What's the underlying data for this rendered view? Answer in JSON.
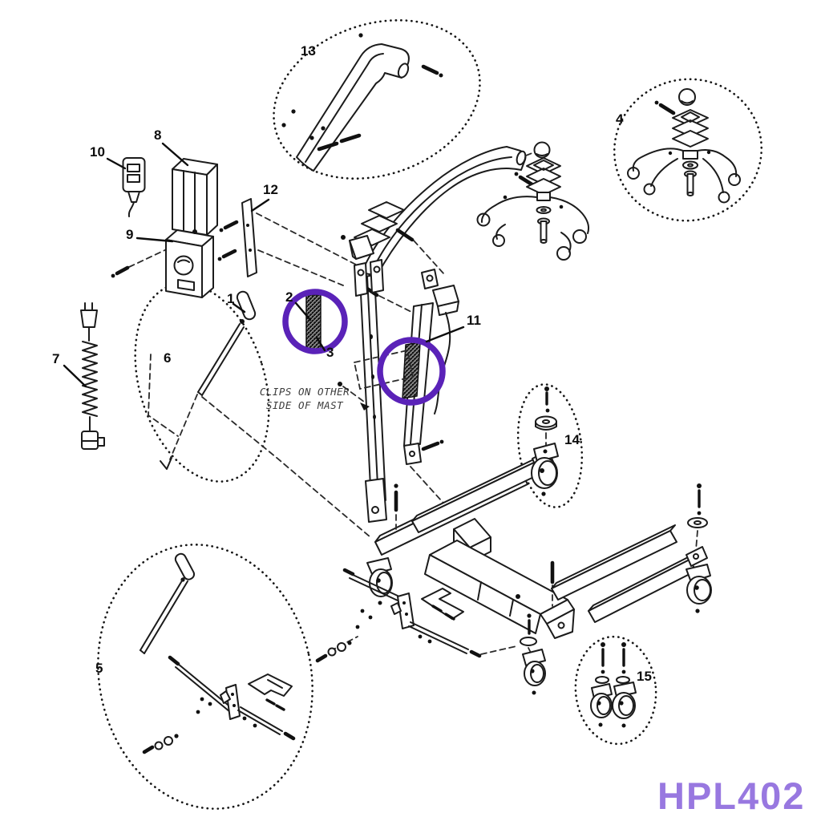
{
  "diagram": {
    "product_code": "HPL402",
    "note_line1": "CLIPS ON OTHER",
    "note_line2": "SIDE OF MAST",
    "part_labels": {
      "p1": "1",
      "p2": "2",
      "p3": "3",
      "p4": "4",
      "p5": "5",
      "p6": "6",
      "p7": "7",
      "p8": "8",
      "p9": "9",
      "p10": "10",
      "p11": "11",
      "p12": "12",
      "p13": "13",
      "p14": "14",
      "p15": "15"
    },
    "colors": {
      "line_art": "#1b1b1b",
      "highlight_circle": "#5a22b8",
      "product_code": "#9878e0",
      "background": "#ffffff"
    }
  }
}
